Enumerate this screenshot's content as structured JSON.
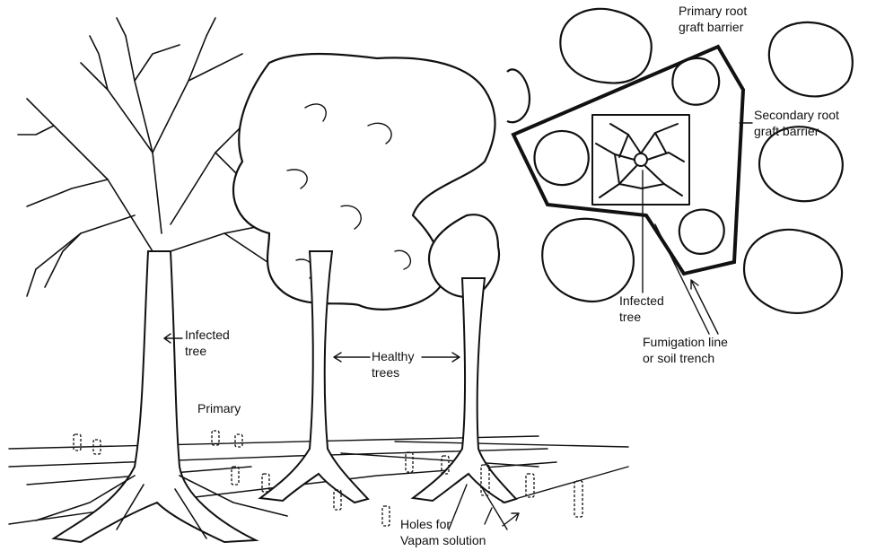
{
  "labels": {
    "infected_tree_left": [
      "Infected",
      "tree"
    ],
    "healthy_trees": [
      "Healthy",
      "trees"
    ],
    "primary": "Primary",
    "holes": [
      "Holes for",
      "Vapam solution"
    ],
    "primary_barrier": [
      "Primary root",
      "graft barrier"
    ],
    "secondary_barrier": [
      "Secondary root",
      "graft barrier"
    ],
    "infected_tree_right": [
      "Infected",
      "tree"
    ],
    "fumigation": [
      "Fumigation line",
      "or soil trench"
    ]
  }
}
